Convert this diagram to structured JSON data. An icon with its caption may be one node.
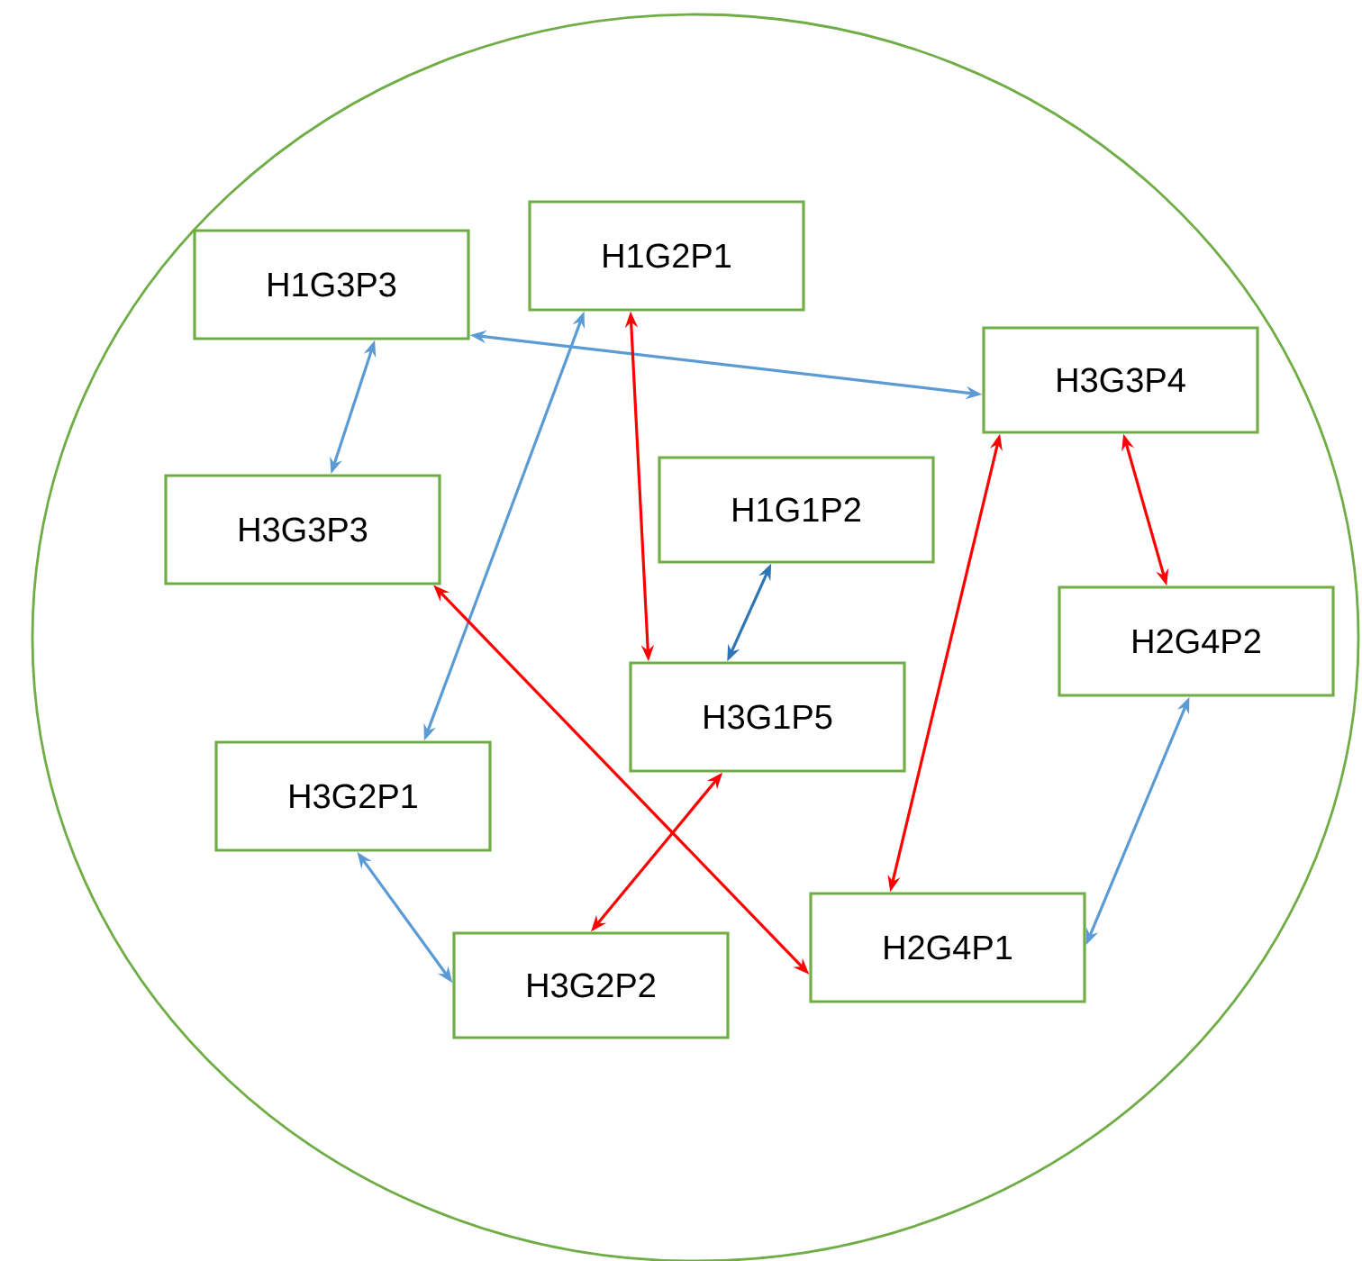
{
  "diagram": {
    "nodes": [
      {
        "text": [],
        "shape": "circle"
      },
      {
        "text": [
          "H1G3P3"
        ],
        "in": 0
      },
      {
        "text": [
          "H1G2P1"
        ],
        "in": 0
      },
      {
        "text": [
          "H3G3P4"
        ],
        "in": 0
      },
      {
        "text": [
          "H3G3P3"
        ],
        "in": 0
      },
      {
        "text": [
          "H1G1P2"
        ],
        "in": 0
      },
      {
        "text": [
          "H2G4P2"
        ],
        "in": 0
      },
      {
        "text": [
          "H3G1P5"
        ],
        "in": 0
      },
      {
        "text": [
          "H3G2P1"
        ],
        "in": 0
      },
      {
        "text": [
          "H2G4P1"
        ],
        "in": 0
      },
      {
        "text": [
          "H3G2P2"
        ],
        "in": 0
      }
    ],
    "edges": [
      {
        "from": 1,
        "to": 3,
        "arrow": "both",
        "color": "#5b9bd5"
      },
      {
        "from": 1,
        "to": 4,
        "arrow": "both",
        "color": "#5b9bd5"
      },
      {
        "from": 2,
        "to": 8,
        "arrow": "both",
        "color": "#5b9bd5"
      },
      {
        "from": 2,
        "to": 7,
        "arrow": "both",
        "color": "#ff0000"
      },
      {
        "from": 5,
        "to": 7,
        "arrow": "both",
        "color": "#2e75b6"
      },
      {
        "from": 3,
        "to": 6,
        "arrow": "both",
        "color": "#ff0000"
      },
      {
        "from": 3,
        "to": 9,
        "arrow": "both",
        "color": "#ff0000"
      },
      {
        "from": 4,
        "to": 9,
        "arrow": "both",
        "color": "#ff0000"
      },
      {
        "from": 6,
        "to": 9,
        "arrow": "both",
        "color": "#5b9bd5"
      },
      {
        "from": 7,
        "to": 10,
        "arrow": "both",
        "color": "#ff0000"
      },
      {
        "from": 8,
        "to": 10,
        "arrow": "both",
        "color": "#5b9bd5"
      }
    ]
  }
}
